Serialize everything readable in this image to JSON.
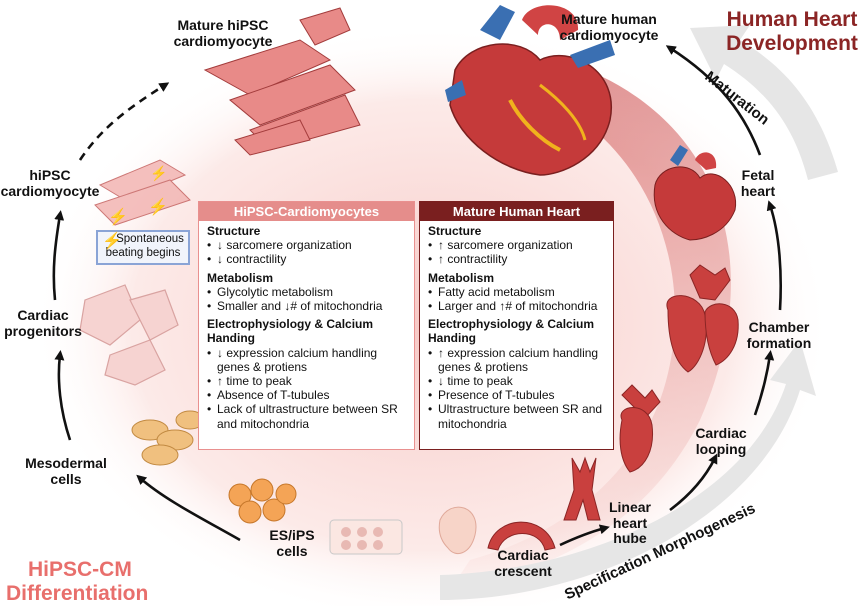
{
  "titles": {
    "human_heart_line1": "Human Heart",
    "human_heart_line2": "Development",
    "hipsc_line1": "HiPSC-CM",
    "hipsc_line2": "Differentiation"
  },
  "arrow_labels": {
    "maturation": "Maturation",
    "specification": "Specification Morphogenesis"
  },
  "left_stages": {
    "mature_hipsc_1": "Mature hiPSC",
    "mature_hipsc_2": "cardiomyocyte",
    "hipsc_cm_1": "hiPSC",
    "hipsc_cm_2": "cardiomyocyte",
    "progenitors_1": "Cardiac",
    "progenitors_2": "progenitors",
    "mesodermal_1": "Mesodermal",
    "mesodermal_2": "cells",
    "esips_1": "ES/iPS",
    "esips_2": "cells"
  },
  "right_stages": {
    "mature_human_1": "Mature human",
    "mature_human_2": "cardiomyocyte",
    "fetal_1": "Fetal",
    "fetal_2": "heart",
    "chamber_1": "Chamber",
    "chamber_2": "formation",
    "looping_1": "Cardiac",
    "looping_2": "looping",
    "linear_1": "Linear",
    "linear_2": "heart",
    "linear_3": "hube",
    "crescent_1": "Cardiac",
    "crescent_2": "crescent"
  },
  "spontaneous": {
    "line1": "Spontaneous",
    "line2": "beating begins"
  },
  "left_box": {
    "header": "HiPSC-Cardiomyocytes",
    "structure_title": "Structure",
    "structure": [
      "↓ sarcomere organization",
      "↓ contractility"
    ],
    "metabolism_title": "Metabolism",
    "metabolism": [
      "Glycolytic metabolism",
      "Smaller and ↓# of mitochondria"
    ],
    "electro_title": "Electrophysiology & Calcium Handing",
    "electro": [
      "↓ expression calcium handling genes & protiens",
      "↑ time to peak",
      "Absence of T-tubules",
      "Lack of ultrastructure between SR and mitochondria"
    ]
  },
  "right_box": {
    "header": "Mature Human Heart",
    "structure_title": "Structure",
    "structure": [
      "↑ sarcomere organization",
      "↑ contractility"
    ],
    "metabolism_title": "Metabolism",
    "metabolism": [
      "Fatty acid metabolism",
      "Larger and ↑# of mitochondria"
    ],
    "electro_title": "Electrophysiology & Calcium Handing",
    "electro": [
      "↑ expression calcium handling genes & protiens",
      "↓ time to peak",
      "Presence of T-tubules",
      "Ultrastructure between SR and mitochondria"
    ]
  },
  "colors": {
    "dark_red": "#7a1f1f",
    "pink": "#e58d8b",
    "title_red": "#8b2525",
    "title_pink": "#e86f6c",
    "gray_arrow": "#e6e6e6"
  }
}
